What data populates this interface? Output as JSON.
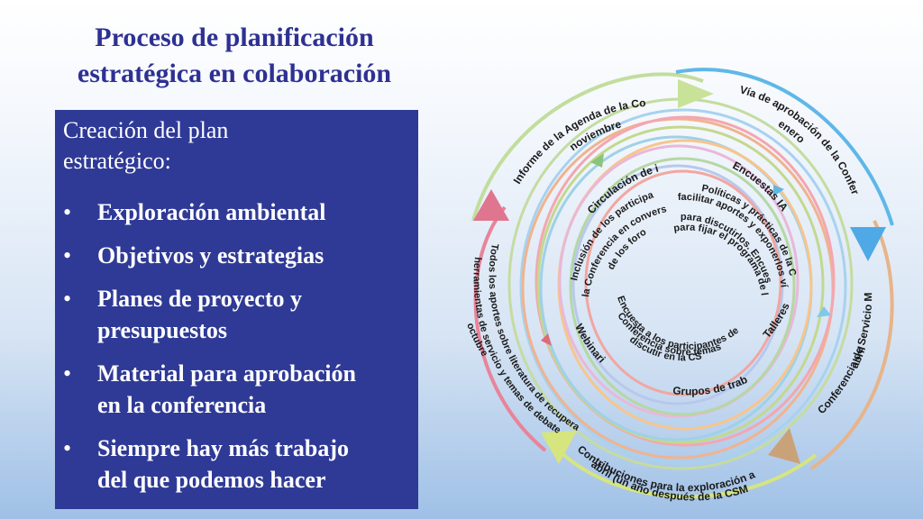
{
  "title_line1": "Proceso de planificación",
  "title_line2": "estratégica en colaboración",
  "panel": {
    "heading_line1": "Creación del plan",
    "heading_line2": "estratégico:",
    "bullets": [
      [
        "Exploración ambiental"
      ],
      [
        "Objetivos y estrategias"
      ],
      [
        "Planes de proyecto y",
        "presupuestos"
      ],
      [
        "Material para aprobación",
        "en la conferencia"
      ],
      [
        "Siempre hay más trabajo",
        "del que podemos hacer"
      ]
    ]
  },
  "cycle": {
    "outer": {
      "agenda": [
        "Informe de la Agenda de la Conferencia",
        "noviembre"
      ],
      "via": [
        "Vía de aprobación de la Conferencia",
        "enero"
      ],
      "csm": [
        "Conferencia de Servicio Mundial",
        "abril"
      ],
      "contrib": [
        "Contribuciones para la exploración ambiental",
        "abril (un año después de la CSM)"
      ],
      "aportes": [
        "Todos los aportes sobre literatura de recuperación,",
        "herramientas de servicio y temas de debate",
        "octubre"
      ]
    },
    "middle": {
      "ideas": "Circulación de ideas",
      "encuestas": "Encuestas IAC",
      "talleres": "Talleres",
      "grupos": "Grupos de trabajo",
      "webinarios": "Webinarios"
    },
    "inner": {
      "inclusion": [
        "Inclusión de los participantes de",
        "la Conferencia en conversaciones",
        "de los foros zonales"
      ],
      "politicas": [
        "Políticas y prácticas de la CSM:",
        "facilitar aportes y exponerlos vía FTP",
        "para discutirlos. Encuesta. Se usa",
        "para fijar el programa de la CSM."
      ],
      "encuesta_csm": [
        "Encuesta a los participantes de la",
        "Conferencia sobre temas para",
        "discutir en la CSM"
      ]
    }
  }
}
